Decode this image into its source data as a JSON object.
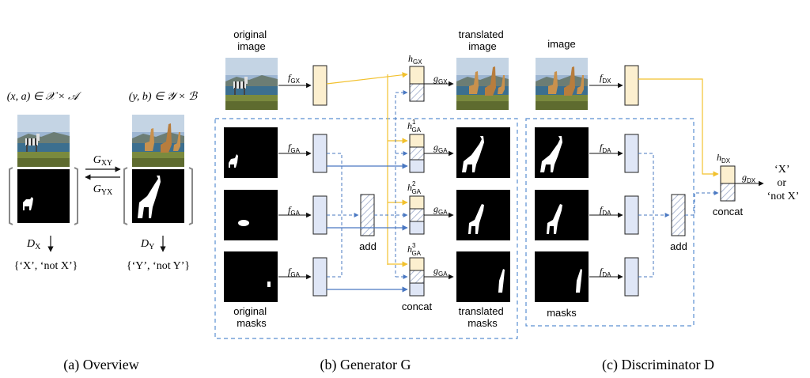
{
  "overview": {
    "domain_x": "(x, a) ∈ 𝒳 × 𝒜",
    "domain_y": "(y, b) ∈ 𝒴 × ℬ",
    "g_xy": "G",
    "g_xy_sub": "XY",
    "g_yx": "G",
    "g_yx_sub": "YX",
    "d_x": "D",
    "d_x_sub": "X",
    "d_y": "D",
    "d_y_sub": "Y",
    "out_x": "{‘X’, ‘not X’}",
    "out_y": "{‘Y’, ‘not Y’}",
    "caption": "(a) Overview"
  },
  "generator": {
    "original_image_line1": "original",
    "original_image_line2": "image",
    "translated_image_line1": "translated",
    "translated_image_line2": "image",
    "f_gx": "f",
    "f_gx_sub": "GX",
    "f_ga": "f",
    "f_ga_sub": "GA",
    "h_gx": "h",
    "h_gx_sub": "GX",
    "h_ga": "h",
    "h_ga_sub": "GA",
    "h_ga_sup1": "1",
    "h_ga_sup2": "2",
    "h_ga_sup3": "3",
    "g_gx": "g",
    "g_gx_sub": "GX",
    "g_ga": "g",
    "g_ga_sub": "GA",
    "add": "add",
    "concat": "concat",
    "original_masks_line1": "original",
    "original_masks_line2": "masks",
    "translated_masks_line1": "translated",
    "translated_masks_line2": "masks",
    "caption": "(b) Generator G"
  },
  "discriminator": {
    "image": "image",
    "f_dx": "f",
    "f_dx_sub": "DX",
    "f_da": "f",
    "f_da_sub": "DA",
    "h_dx": "h",
    "h_dx_sub": "DX",
    "g_dx": "g",
    "g_dx_sub": "DX",
    "add": "add",
    "concat": "concat",
    "masks": "masks",
    "out_line1": "‘X’",
    "out_line2": "or",
    "out_line3": "‘not X’",
    "caption": "(c) Discriminator D"
  },
  "colors": {
    "image_feature_fill": "#fcefcf",
    "mask_feature_fill": "#dfe6f6",
    "image_arrow": "#f2c12e",
    "mask_arrow": "#4a78c2",
    "dashed_box": "#5b8fd1",
    "sky": "#9db6d2",
    "water": "#3c6f8f",
    "grass": "#7a8a3e"
  }
}
